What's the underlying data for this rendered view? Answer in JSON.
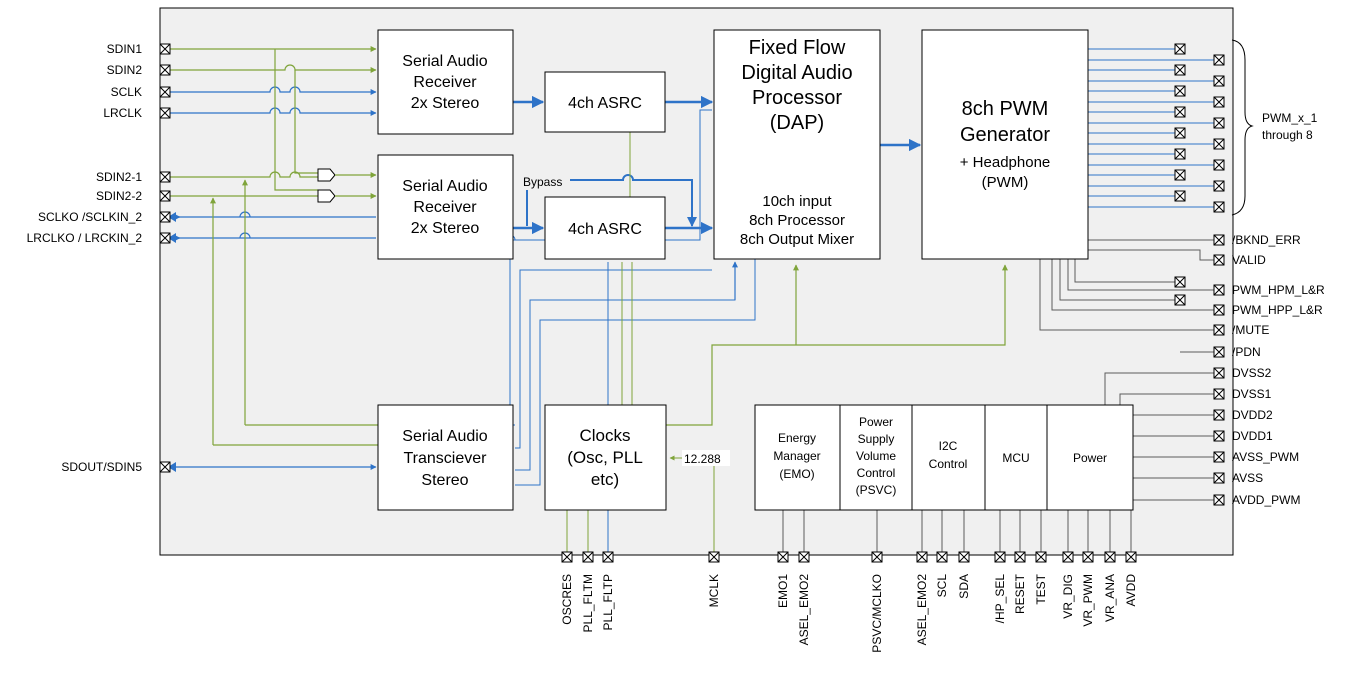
{
  "colors": {
    "green": "#7fa43a",
    "blue": "#2e73c8",
    "gray": "#5c5c5c",
    "chipFill": "#f0f0f0"
  },
  "blocks": {
    "sar1": [
      "Serial Audio",
      "Receiver",
      "2x Stereo"
    ],
    "sar2": [
      "Serial Audio",
      "Receiver",
      "2x Stereo"
    ],
    "asrc1": [
      "4ch ASRC"
    ],
    "asrc2": [
      "4ch ASRC"
    ],
    "dap": [
      "Fixed Flow",
      "Digital Audio",
      "Processor",
      "(DAP)"
    ],
    "dap_sub": [
      "10ch input",
      "8ch Processor",
      "8ch Output Mixer"
    ],
    "pwm_title": [
      "8ch PWM",
      "Generator"
    ],
    "pwm_sub": [
      "+ Headphone",
      "(PWM)"
    ],
    "sat": [
      "Serial Audio",
      "Transciever",
      "Stereo"
    ],
    "clocks": [
      "Clocks",
      "(Osc, PLL",
      "etc)"
    ],
    "emo": [
      "Energy",
      "Manager",
      "(EMO)"
    ],
    "psvc": [
      "Power",
      "Supply",
      "Volume",
      "Control",
      "(PSVC)"
    ],
    "i2c": [
      "I2C",
      "Control"
    ],
    "mcu": [
      "MCU"
    ],
    "power": [
      "Power"
    ]
  },
  "bypass_label": "Bypass",
  "clock_value": "12.288",
  "left_pins": [
    "SDIN1",
    "SDIN2",
    "SCLK",
    "LRCLK",
    "SDIN2-1",
    "SDIN2-2",
    "SCLKO /SCLKIN_2",
    "LRCLKO / LRCKIN_2",
    "SDOUT/SDIN5"
  ],
  "pwm_group_label": [
    "PWM_x_1",
    "through 8"
  ],
  "right_pins": [
    "/BKND_ERR",
    "VALID",
    "PWM_HPM_L&R",
    "PWM_HPP_L&R",
    "/MUTE",
    "/PDN",
    "DVSS2",
    "DVSS1",
    "DVDD2",
    "DVDD1",
    "AVSS_PWM",
    "AVSS",
    "AVDD_PWM"
  ],
  "bottom_pins": [
    "OSCRES",
    "PLL_FLTM",
    "PLL_FLTP",
    "MCLK",
    "EMO1",
    "ASEL_EMO2",
    "PSVC/MCLKO",
    "ASEL_EMO2",
    "SCL",
    "SDA",
    "/HP_SEL",
    "RESET",
    "TEST",
    "VR_DIG",
    "VR_PWM",
    "VR_ANA",
    "AVDD"
  ]
}
